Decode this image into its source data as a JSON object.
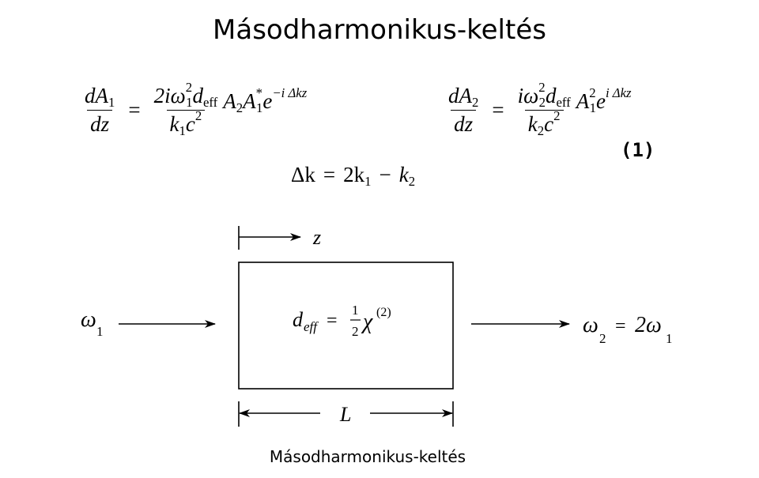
{
  "title": "Másodharmonikus-keltés",
  "caption": "Másodharmonikus-keltés",
  "equation_number": "(1)",
  "equations": {
    "eq1": {
      "lhs_num": "dA",
      "lhs_num_sub": "1",
      "lhs_den": "dz",
      "equals": "=",
      "rhs_num_coef": "2iω",
      "rhs_num_sup": "2",
      "rhs_num_sub": "1",
      "rhs_num_d": "d",
      "rhs_num_eff": "eff",
      "rhs_den_k": "k",
      "rhs_den_sub": "1",
      "rhs_den_c": "c",
      "rhs_den_sup": "2",
      "tail_a": "A",
      "tail_a_sub": "2",
      "tail_b": "A",
      "tail_b_sup": "*",
      "tail_b_sub": "1",
      "tail_e": "e",
      "tail_exp": "−i Δkz"
    },
    "eq2": {
      "lhs_num": "dA",
      "lhs_num_sub": "2",
      "lhs_den": "dz",
      "equals": "=",
      "rhs_num_coef": "iω",
      "rhs_num_sup": "2",
      "rhs_num_sub": "2",
      "rhs_num_d": "d",
      "rhs_num_eff": "eff",
      "rhs_den_k": "k",
      "rhs_den_sub": "2",
      "rhs_den_c": "c",
      "rhs_den_sup": "2",
      "tail_a": "A",
      "tail_a_sup": "2",
      "tail_a_sub": "1",
      "tail_e": "e",
      "tail_exp": "i Δkz"
    },
    "eq3": {
      "lhs": "Δk",
      "equals": "=",
      "rhs_a": "2k",
      "rhs_a_sub": "1",
      "minus": "−",
      "rhs_b": "k",
      "rhs_b_sub": "2"
    }
  },
  "diagram": {
    "z_label": "z",
    "input_omega": "ω",
    "input_sub": "1",
    "box_d": "d",
    "box_eff": "eff",
    "box_equals": "=",
    "box_half_num": "1",
    "box_half_den": "2",
    "box_chi": "χ",
    "box_chi_sup": "(2)",
    "output_omega": "ω",
    "output_sub": "2",
    "output_equals": "=",
    "output_rhs": "2ω",
    "output_rhs_sub": "1",
    "length_label": "L"
  }
}
